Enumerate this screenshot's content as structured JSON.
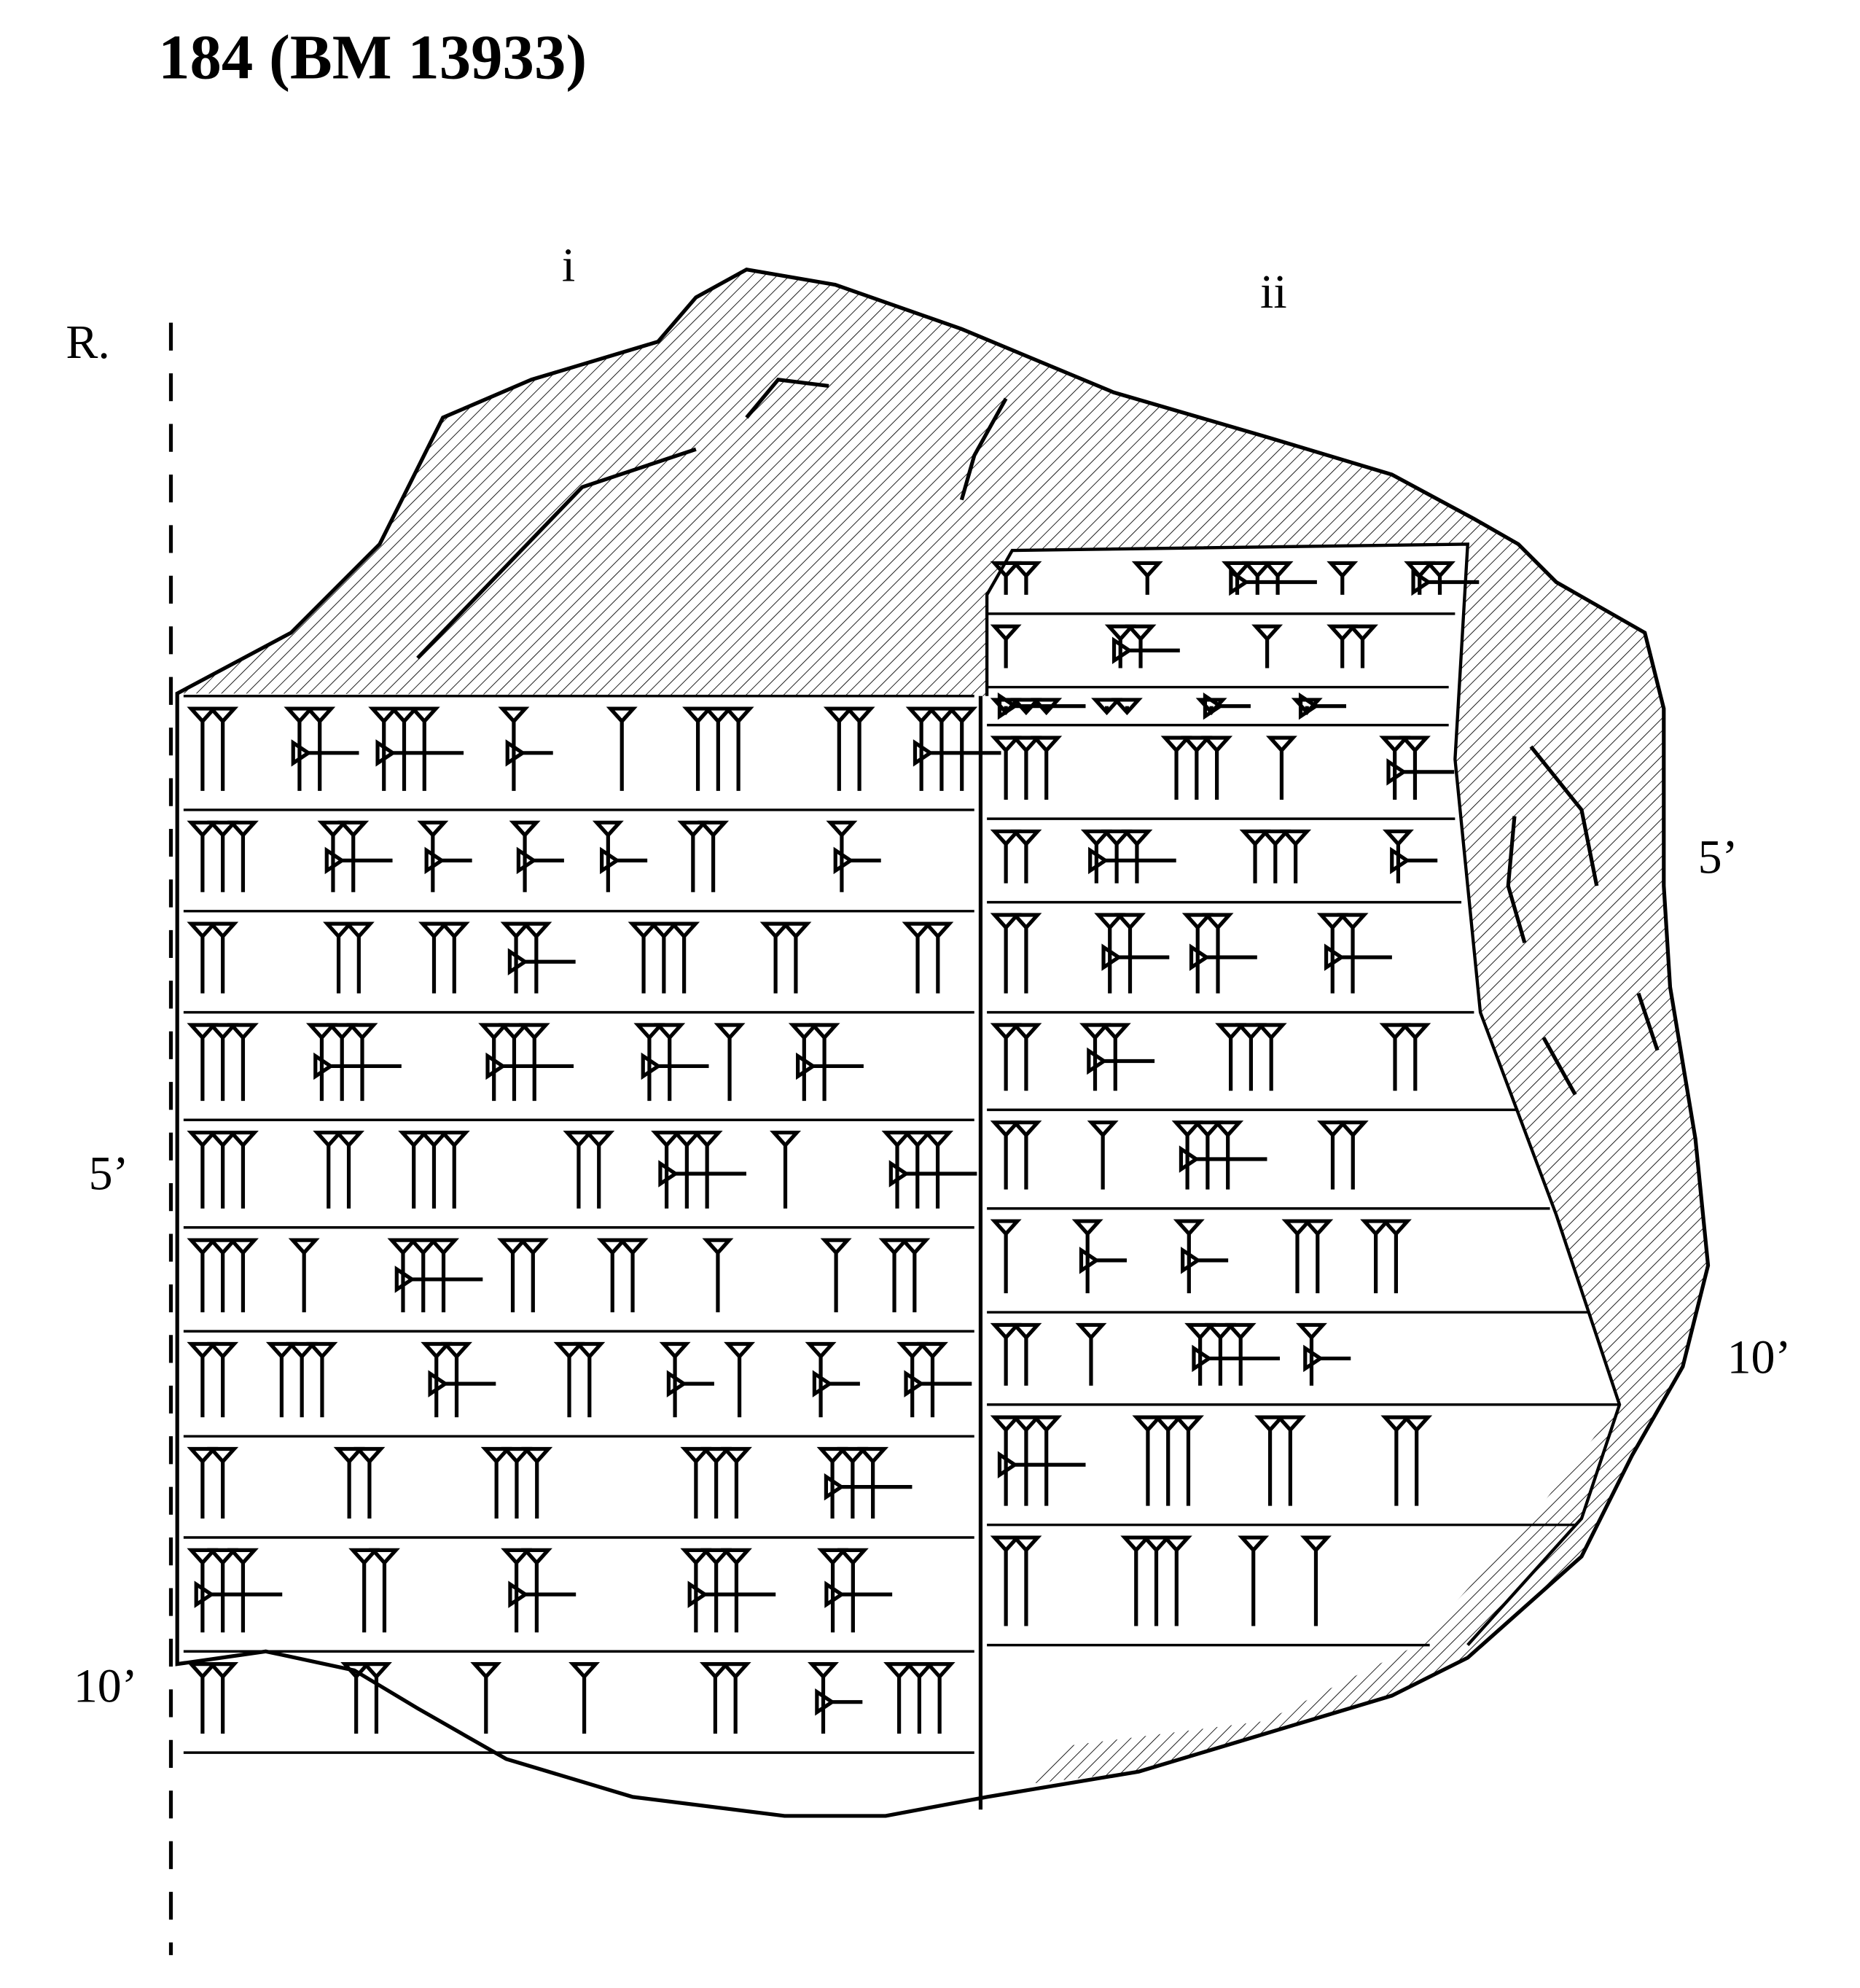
{
  "title": "184  (BM 13933)",
  "columns": {
    "col1": "i",
    "col2": "ii"
  },
  "side_label": "R.",
  "line_numbers": {
    "left_5": "5’",
    "left_10": "10’",
    "right_5": "5’",
    "right_10": "10’"
  },
  "colors": {
    "ink": "#000000",
    "paper": "#ffffff"
  }
}
